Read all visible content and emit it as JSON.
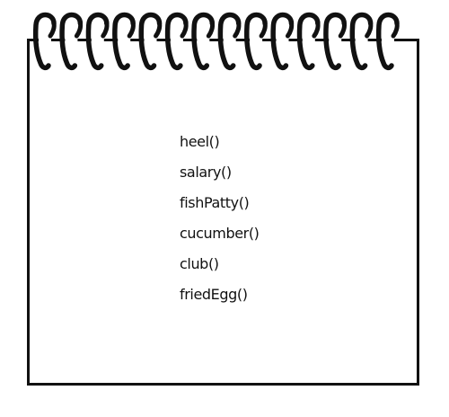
{
  "notepad": {
    "items": [
      {
        "label": "heel()"
      },
      {
        "label": "salary()"
      },
      {
        "label": "fishPatty()"
      },
      {
        "label": "cucumber()"
      },
      {
        "label": "club()"
      },
      {
        "label": "friedEgg()"
      }
    ],
    "ring_count": 14,
    "colors": {
      "ink": "#111111",
      "paper": "#ffffff"
    }
  }
}
